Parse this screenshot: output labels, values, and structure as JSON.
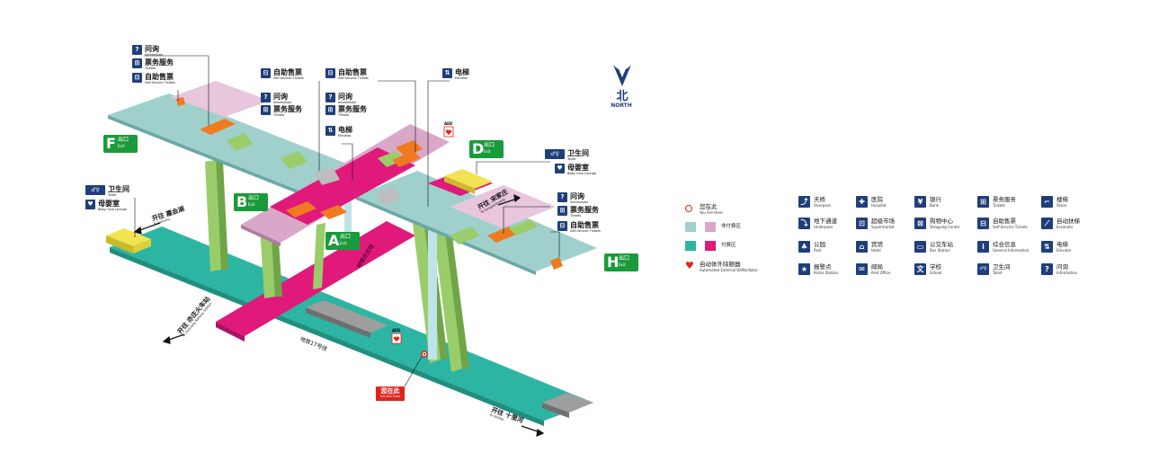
{
  "north": {
    "cn": "北",
    "en": "NORTH"
  },
  "exits": [
    {
      "letter": "F",
      "cn": "出口",
      "en": "Exit"
    },
    {
      "letter": "B",
      "cn": "出口",
      "en": "Exit"
    },
    {
      "letter": "A",
      "cn": "出口",
      "en": "Exit"
    },
    {
      "letter": "D",
      "cn": "出口",
      "en": "Exit"
    },
    {
      "letter": "H",
      "cn": "出口",
      "en": "Exit"
    }
  ],
  "directions": {
    "jiahuihu": {
      "cn": "开往 嘉会湖",
      "en": "To Jiahuihu"
    },
    "yizhuang": {
      "cn": "开往 亦庄火车站",
      "en": "To Yizhuang Railway Station"
    },
    "songjiazhuang": {
      "cn": "开往 宋家庄",
      "en": "To Songjiazhuang"
    },
    "shilihe": {
      "cn": "开往 十里河",
      "en": "To Shilihe"
    }
  },
  "lines": {
    "yizhuang_line": "地铁亦庄线",
    "line17": "地铁17号线"
  },
  "aed": "AED",
  "you_are_here": {
    "cn": "您在此",
    "en": "You Are Here"
  },
  "facility_labels": {
    "info": {
      "cn": "问询",
      "en": "Information"
    },
    "tickets": {
      "cn": "票务服务",
      "en": "Tickets"
    },
    "self_tickets": {
      "cn": "自助售票",
      "en": "Self-Service Tickets"
    },
    "elevator": {
      "cn": "电梯",
      "en": "Elevator"
    },
    "toilet": {
      "cn": "卫生间",
      "en": "Toilet"
    },
    "baby": {
      "cn": "母婴室",
      "en": "Baby Care Lounge"
    }
  },
  "legend_left": [
    {
      "key": "here",
      "cn": "您在此",
      "en": "You Are Here"
    },
    {
      "key": "unpaid",
      "cn": "非付费区",
      "en": ""
    },
    {
      "key": "paid",
      "cn": "付费区",
      "en": ""
    },
    {
      "key": "aed",
      "cn": "自动体外除颤器",
      "en": "Automated External Defibrillator"
    }
  ],
  "legend_grid": [
    {
      "icon": "overpass-icon",
      "glyph": "⤴",
      "cn": "天桥",
      "en": "Overpass"
    },
    {
      "icon": "hospital-icon",
      "glyph": "✚",
      "cn": "医院",
      "en": "Hospital"
    },
    {
      "icon": "bank-icon",
      "glyph": "¥",
      "cn": "银行",
      "en": "Bank"
    },
    {
      "icon": "tickets-icon",
      "glyph": "⊞",
      "cn": "票务服务",
      "en": "Tickets"
    },
    {
      "icon": "stairs-icon",
      "glyph": "⌐",
      "cn": "楼梯",
      "en": "Stairs"
    },
    {
      "icon": "underpass-icon",
      "glyph": "⤵",
      "cn": "地下通道",
      "en": "Underpass"
    },
    {
      "icon": "supermarket-icon",
      "glyph": "⊡",
      "cn": "超级市场",
      "en": "Supermarket"
    },
    {
      "icon": "shopping-icon",
      "glyph": "⊠",
      "cn": "购物中心",
      "en": "Shopping Center"
    },
    {
      "icon": "self-tickets-icon",
      "glyph": "⊟",
      "cn": "自助售票",
      "en": "Self-Service Tickets"
    },
    {
      "icon": "escalator-icon",
      "glyph": "⟋",
      "cn": "自动扶梯",
      "en": "Escalator"
    },
    {
      "icon": "park-icon",
      "glyph": "♣",
      "cn": "公园",
      "en": "Park"
    },
    {
      "icon": "hotel-icon",
      "glyph": "⌂",
      "cn": "宾馆",
      "en": "Hotel"
    },
    {
      "icon": "bus-icon",
      "glyph": "▭",
      "cn": "公交车站",
      "en": "Bus Station"
    },
    {
      "icon": "general-info-icon",
      "glyph": "i",
      "cn": "综合信息",
      "en": "General Information"
    },
    {
      "icon": "elevator-icon",
      "glyph": "⇅",
      "cn": "电梯",
      "en": "Elevator"
    },
    {
      "icon": "police-icon",
      "glyph": "★",
      "cn": "报警点",
      "en": "Police Station"
    },
    {
      "icon": "post-icon",
      "glyph": "✉",
      "cn": "邮局",
      "en": "Post Office"
    },
    {
      "icon": "school-icon",
      "glyph": "文",
      "cn": "学校",
      "en": "School"
    },
    {
      "icon": "toilet-icon",
      "glyph": "♂♀",
      "cn": "卫生间",
      "en": "Toilet"
    },
    {
      "icon": "info-icon",
      "glyph": "?",
      "cn": "问询",
      "en": "Information"
    }
  ],
  "colors": {
    "teal": "#2db5a3",
    "teal_dark": "#1f8f80",
    "unpaid": "#d9a8c8",
    "unpaid_light": "#e8c6dc",
    "light_teal": "#9fd0cc",
    "magenta": "#e0197a",
    "magenta_dark": "#b01262",
    "stairs": "#9acd6a",
    "orange": "#f07a20",
    "yellow": "#f2e350",
    "navy": "#1f3f7a",
    "exit_green": "#1a9a3a",
    "red": "#e2231a"
  }
}
